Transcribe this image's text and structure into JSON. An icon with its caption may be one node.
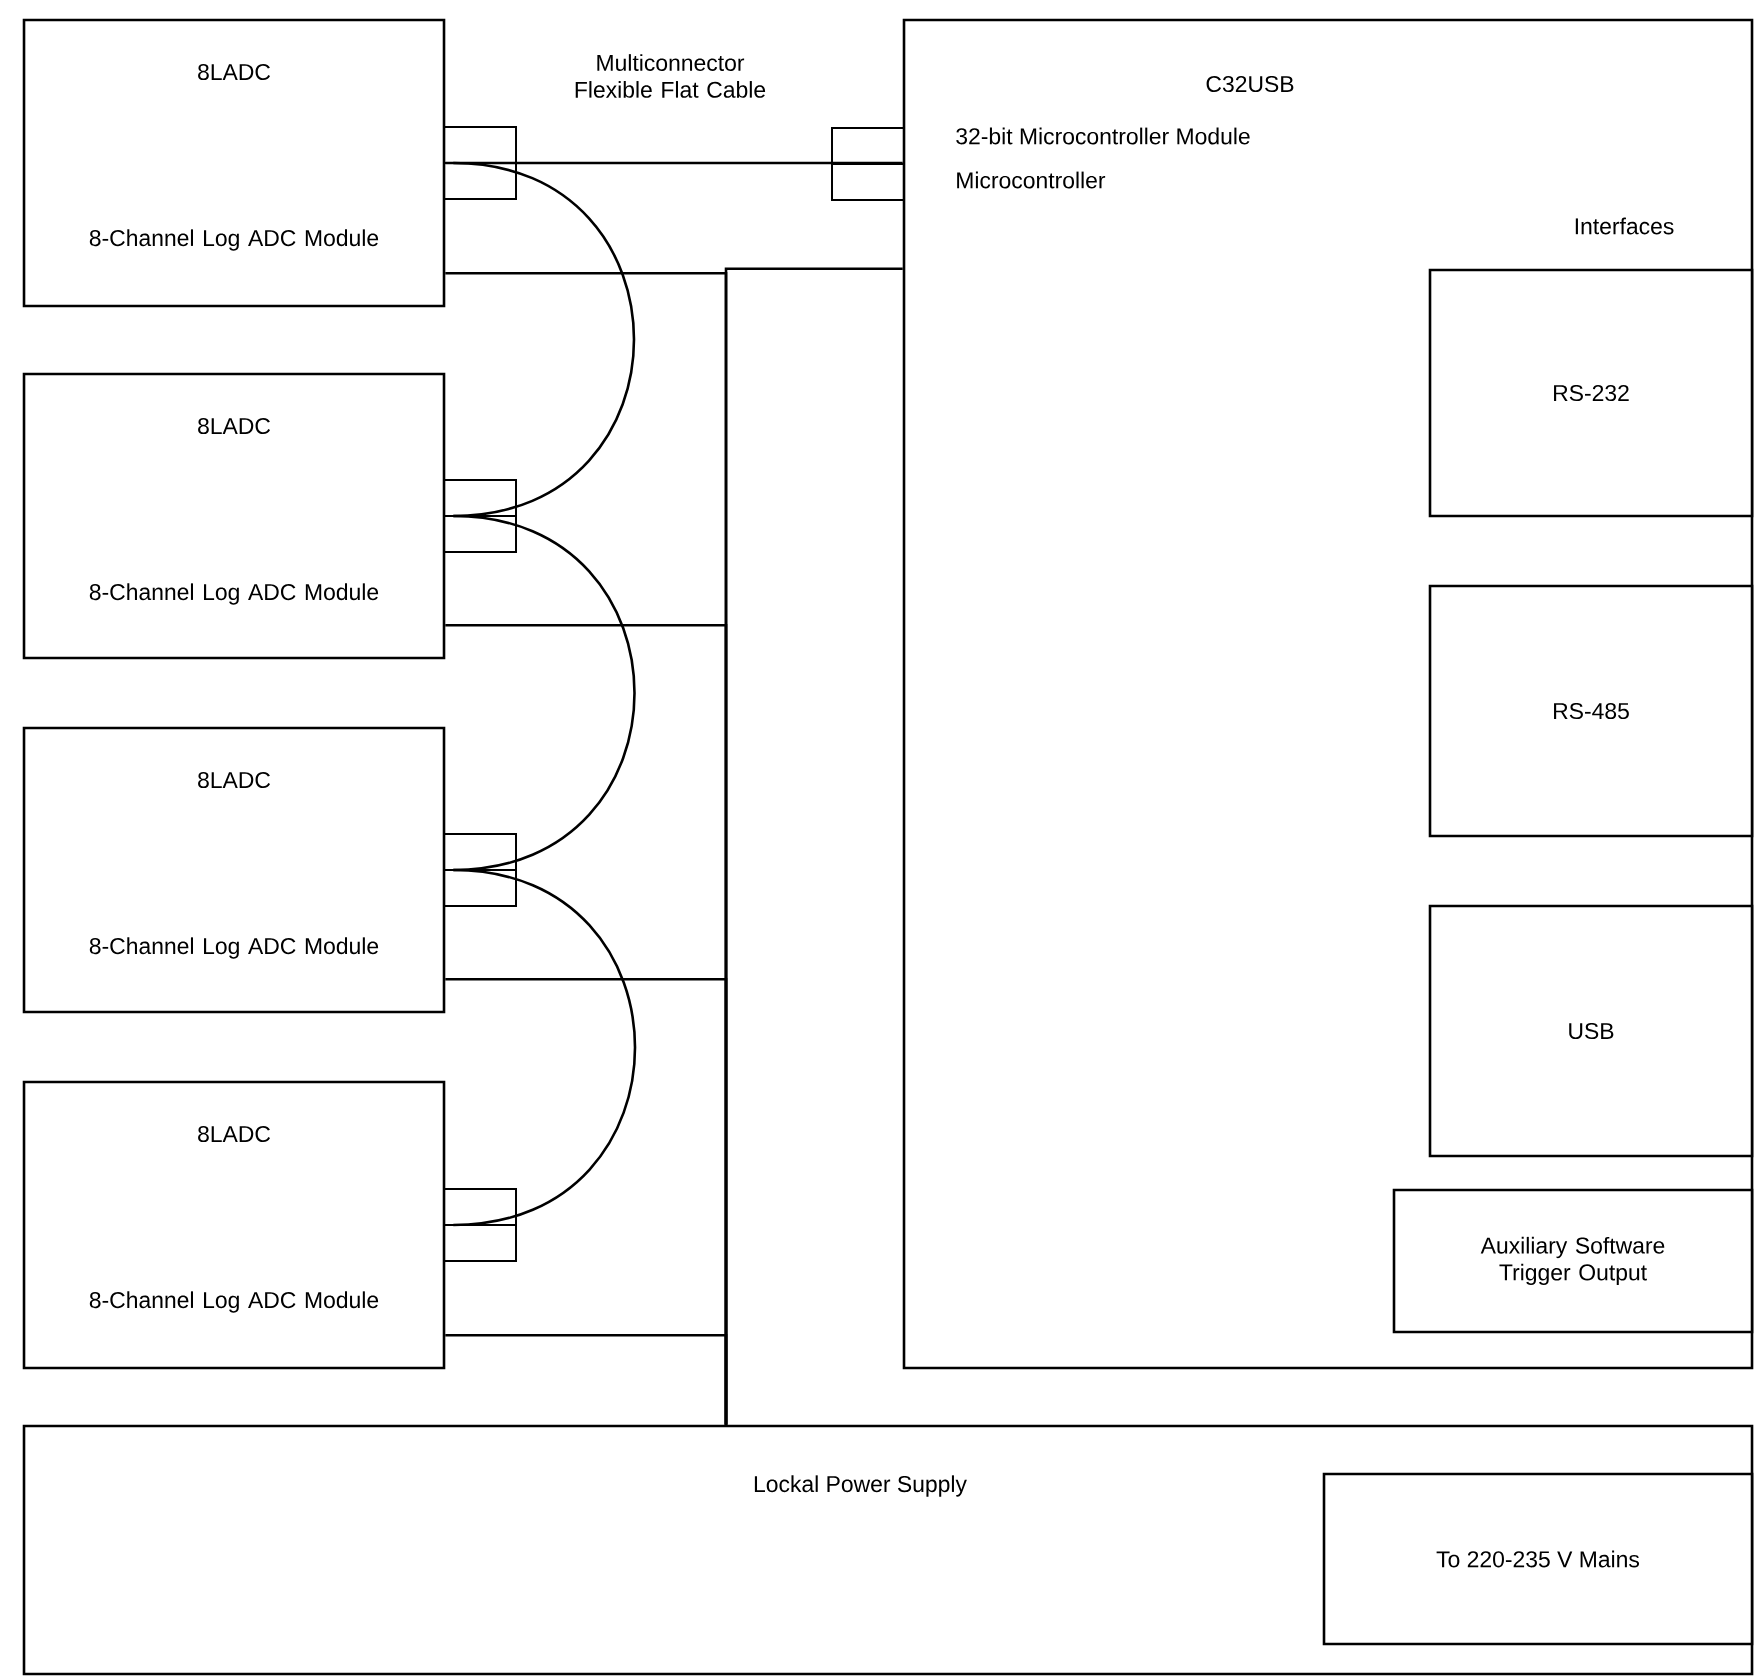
{
  "diagram": {
    "nodes": [
      {
        "text": [
          "8LADC",
          "8-Channel Log ADC Module"
        ]
      },
      {
        "text": [
          "8LADC",
          "8-Channel Log ADC Module"
        ]
      },
      {
        "text": [
          "8LADC",
          "8-Channel Log ADC Module"
        ]
      },
      {
        "text": [
          "8LADC",
          "8-Channel Log ADC Module"
        ]
      },
      {
        "text": [
          "C32USB",
          "32-bit Microcontroller Module",
          "Microcontroller"
        ]
      },
      {
        "text": [
          "RS-232"
        ],
        "in": 4
      },
      {
        "text": [
          "RS-485"
        ],
        "in": 4
      },
      {
        "text": [
          "USB"
        ],
        "in": 4
      },
      {
        "text": [
          "Auxiliary Software Trigger Output"
        ],
        "in": 4
      },
      {
        "text": [
          "Lockal Power Supply"
        ]
      },
      {
        "text": [
          "To 220-235 V Mains"
        ],
        "in": 9
      }
    ],
    "edges": [
      {
        "from": 0,
        "to": 4,
        "arrow": "none",
        "label": "Multiconnector Flexible Flat Cable"
      },
      {
        "from": 0,
        "to": 1,
        "arrow": "none"
      },
      {
        "from": 1,
        "to": 2,
        "arrow": "none"
      },
      {
        "from": 2,
        "to": 3,
        "arrow": "none"
      },
      {
        "from": 0,
        "to": 9,
        "arrow": "none"
      },
      {
        "from": 1,
        "to": 9,
        "arrow": "none"
      },
      {
        "from": 2,
        "to": 9,
        "arrow": "none"
      },
      {
        "from": 3,
        "to": 9,
        "arrow": "none"
      },
      {
        "from": 4,
        "to": 9,
        "arrow": "none"
      }
    ],
    "labels": [
      "Interfaces"
    ]
  }
}
